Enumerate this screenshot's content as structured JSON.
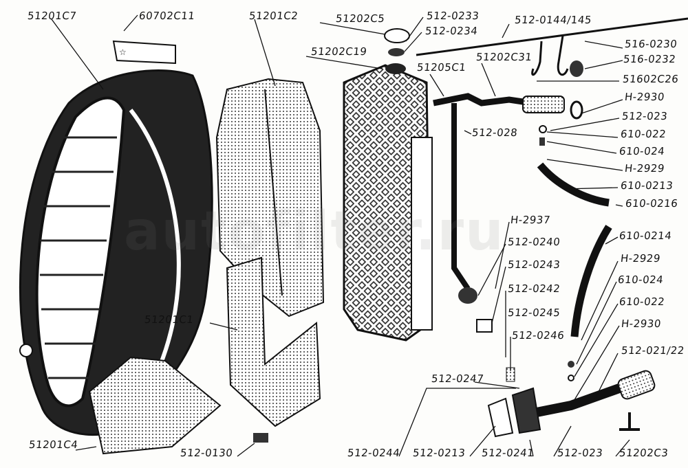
{
  "watermark": "autofilter.ru",
  "labels": [
    "51201C7",
    "60702C11",
    "51201C2",
    "51202C5",
    "512-0233",
    "512-0234",
    "512-0144/145",
    "51202C19",
    "51202C31",
    "51205C1",
    "516-0230",
    "516-0232",
    "51602C26",
    "H-2930",
    "512-023",
    "512-028",
    "610-022",
    "610-024",
    "H-2929",
    "610-0213",
    "610-0216",
    "H-2937",
    "610-0214",
    "512-0240",
    "512-0243",
    "H-2929",
    "512-0242",
    "610-024",
    "610-022",
    "512-0245",
    "H-2930",
    "512-0246",
    "51201C1",
    "512-021/22",
    "512-0247",
    "51201C4",
    "512-0130",
    "512-0244",
    "512-0213",
    "512-0241",
    "512-023",
    "51202C3"
  ]
}
